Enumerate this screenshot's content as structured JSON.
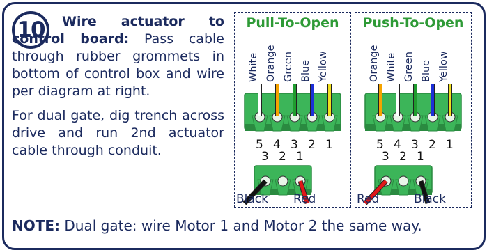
{
  "step": {
    "number": "10",
    "heading": "Wire actuator to control board:",
    "body_1": "Pass cable through rubber grommets in bottom of control box and wire per diagram at right.",
    "body_2": "For dual gate, dig trench across drive and run 2nd actuator cable through conduit."
  },
  "note": {
    "label": "NOTE:",
    "text": "Dual gate: wire Motor 1 and Motor 2 the same way."
  },
  "diagrams": [
    {
      "title": "Pull-To-Open",
      "wires": [
        {
          "label": "White",
          "color": "#ffffff"
        },
        {
          "label": "Orange",
          "color": "#f5a300"
        },
        {
          "label": "Green",
          "color": "#1f9c2e"
        },
        {
          "label": "Blue",
          "color": "#1c2fd8"
        },
        {
          "label": "Yellow",
          "color": "#f0e020"
        }
      ],
      "top_pins": [
        "5",
        "4",
        "3",
        "2",
        "1"
      ],
      "bottom_pins": [
        "3",
        "2",
        "1"
      ],
      "bottom_wires": [
        {
          "label": "Black",
          "color": "#111111"
        },
        {
          "label": "Red",
          "color": "#e01818"
        }
      ]
    },
    {
      "title": "Push-To-Open",
      "wires": [
        {
          "label": "Orange",
          "color": "#f5a300"
        },
        {
          "label": "White",
          "color": "#ffffff"
        },
        {
          "label": "Green",
          "color": "#1f9c2e"
        },
        {
          "label": "Blue",
          "color": "#1c2fd8"
        },
        {
          "label": "Yellow",
          "color": "#f0e020"
        }
      ],
      "top_pins": [
        "5",
        "4",
        "3",
        "2",
        "1"
      ],
      "bottom_pins": [
        "3",
        "2",
        "1"
      ],
      "bottom_wires": [
        {
          "label": "Red",
          "color": "#e01818"
        },
        {
          "label": "Black",
          "color": "#111111"
        }
      ]
    }
  ]
}
